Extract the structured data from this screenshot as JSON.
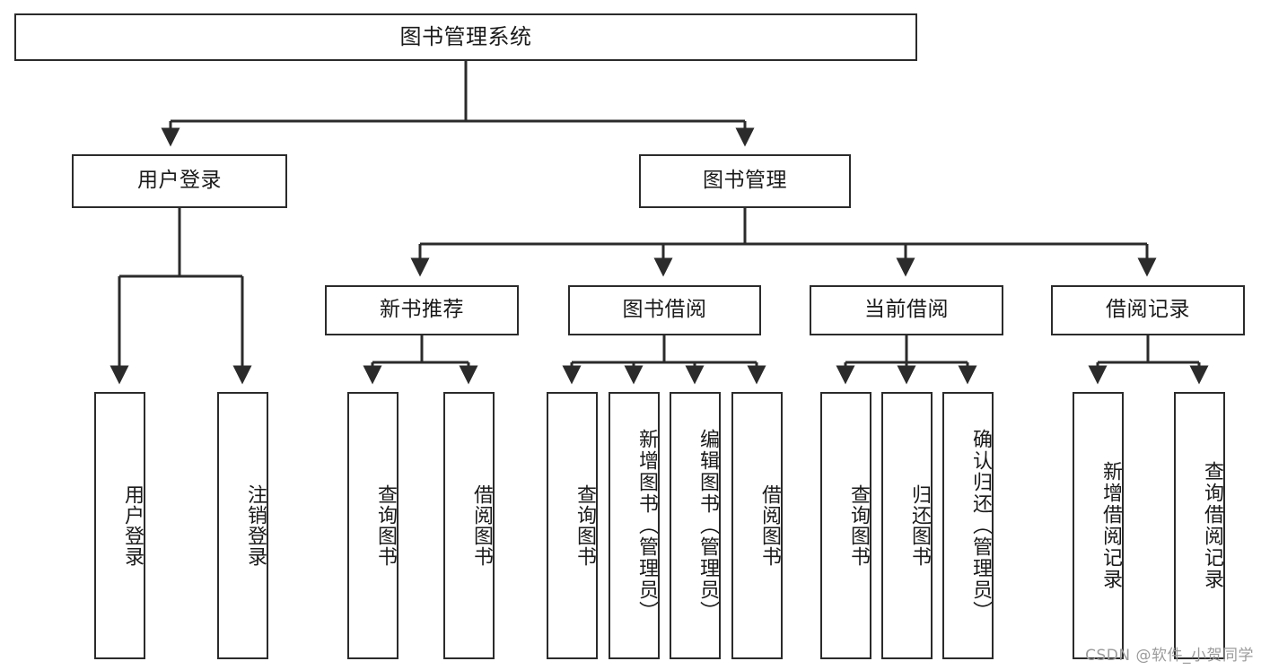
{
  "diagram": {
    "title": "图书管理系统",
    "type": "hierarchy-tree",
    "root": {
      "id": "root",
      "label": "图书管理系统"
    },
    "level2": [
      {
        "id": "user-login",
        "label": "用户登录"
      },
      {
        "id": "book-management",
        "label": "图书管理"
      }
    ],
    "level3": [
      {
        "id": "new-book-recommend",
        "label": "新书推荐",
        "parent": "book-management"
      },
      {
        "id": "book-borrow",
        "label": "图书借阅",
        "parent": "book-management"
      },
      {
        "id": "current-borrow",
        "label": "当前借阅",
        "parent": "book-management"
      },
      {
        "id": "borrow-record",
        "label": "借阅记录",
        "parent": "book-management"
      }
    ],
    "leaves": [
      {
        "id": "leaf-user-login",
        "label": "用户登录",
        "parent": "user-login"
      },
      {
        "id": "leaf-logout-login",
        "label": "注销登录",
        "parent": "user-login"
      },
      {
        "id": "leaf-query-book-1",
        "label": "查询图书",
        "parent": "new-book-recommend"
      },
      {
        "id": "leaf-borrow-book-1",
        "label": "借阅图书",
        "parent": "new-book-recommend"
      },
      {
        "id": "leaf-query-book-2",
        "label": "查询图书",
        "parent": "book-borrow"
      },
      {
        "id": "leaf-add-book",
        "label": "新增图书（管理员）",
        "parent": "book-borrow"
      },
      {
        "id": "leaf-edit-book",
        "label": "编辑图书（管理员）",
        "parent": "book-borrow"
      },
      {
        "id": "leaf-borrow-book-2",
        "label": "借阅图书",
        "parent": "book-borrow"
      },
      {
        "id": "leaf-query-book-3",
        "label": "查询图书",
        "parent": "current-borrow"
      },
      {
        "id": "leaf-return-book",
        "label": "归还图书",
        "parent": "current-borrow"
      },
      {
        "id": "leaf-confirm-return",
        "label": "确认归还（管理员）",
        "parent": "current-borrow"
      },
      {
        "id": "leaf-add-record",
        "label": "新增借阅记录",
        "parent": "borrow-record"
      },
      {
        "id": "leaf-query-record",
        "label": "查询借阅记录",
        "parent": "borrow-record"
      }
    ],
    "watermark": "CSDN @软件_小贺同学",
    "colors": {
      "stroke": "#2b2b2b",
      "background": "#ffffff",
      "text": "#1a1a1a",
      "watermark": "#9b9b9b"
    }
  }
}
